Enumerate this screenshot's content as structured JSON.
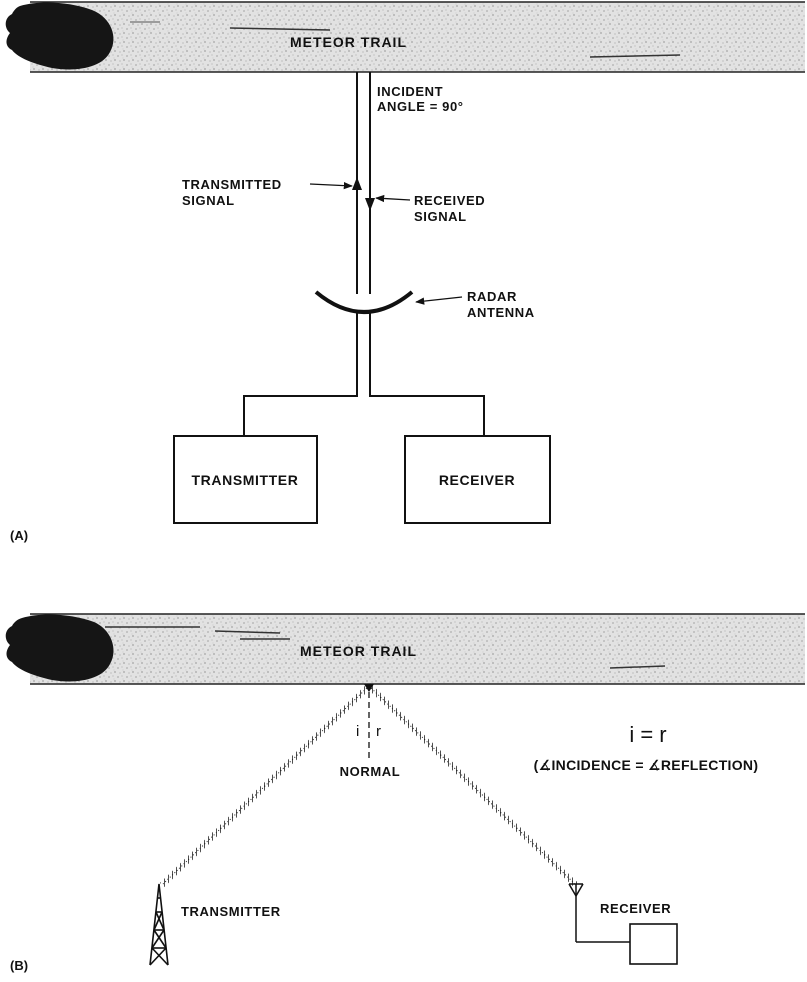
{
  "panel_a": {
    "label": "(A)",
    "trail_label": "METEOR TRAIL",
    "incident_line1": "INCIDENT",
    "incident_line2": "ANGLE = 90°",
    "transmitted_line1": "TRANSMITTED",
    "transmitted_line2": "SIGNAL",
    "received_line1": "RECEIVED",
    "received_line2": "SIGNAL",
    "antenna_line1": "RADAR",
    "antenna_line2": "ANTENNA",
    "transmitter": "TRANSMITTER",
    "receiver": "RECEIVER"
  },
  "panel_b": {
    "label": "(B)",
    "trail_label": "METEOR TRAIL",
    "angle_i": "i",
    "angle_r": "r",
    "normal": "NORMAL",
    "formula": "i = r",
    "equation": "(∡INCIDENCE = ∡REFLECTION)",
    "transmitter": "TRANSMITTER",
    "receiver": "RECEIVER"
  },
  "colors": {
    "ink": "#111111",
    "trail_fill": "#dcdcdc",
    "meteor_head": "#151515"
  }
}
